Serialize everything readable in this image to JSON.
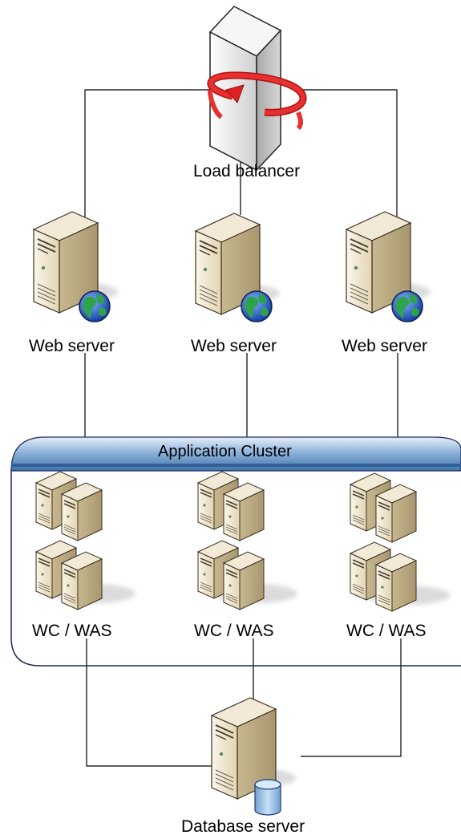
{
  "diagram": {
    "load_balancer": {
      "label": "Load balancer"
    },
    "web_servers": [
      {
        "label": "Web server"
      },
      {
        "label": "Web server"
      },
      {
        "label": "Web server"
      }
    ],
    "cluster": {
      "title": "Application Cluster",
      "nodes": [
        {
          "label": "WC / WAS"
        },
        {
          "label": "WC / WAS"
        },
        {
          "label": "WC / WAS"
        }
      ]
    },
    "database": {
      "label": "Database server"
    }
  },
  "colors": {
    "server_body": "#e8dcc0",
    "server_side": "#b8a882",
    "banner_top": "#cfe0f2",
    "banner_bottom": "#4f82b8",
    "cluster_border": "#1c2a5c",
    "arrow": "#e32020",
    "globe_water": "#1e56c8",
    "globe_land": "#2fa34a",
    "db_cylinder": "#9cc4ea"
  },
  "icons": [
    "load-balancer-icon",
    "web-server-icon",
    "globe-icon",
    "server-cluster-icon",
    "database-server-icon",
    "database-cylinder-icon"
  ]
}
